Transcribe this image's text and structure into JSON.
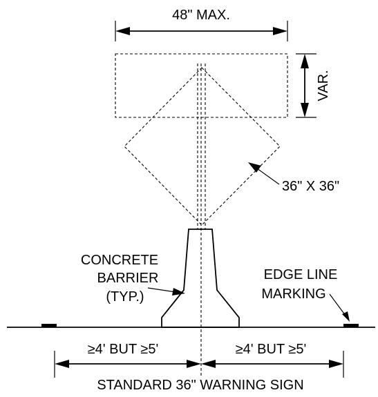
{
  "labels": {
    "top_width": "48\" MAX.",
    "height_var": "VAR.",
    "diamond_size": "36\" X 36\"",
    "barrier_line1": "CONCRETE",
    "barrier_line2": "BARRIER",
    "barrier_line3": "(TYP.)",
    "edge_line1": "EDGE LINE",
    "edge_line2": "MARKING",
    "offset_left": "≥4'  BUT ≥5'",
    "offset_right": "≥4'  BUT ≥5'",
    "caption": "STANDARD 36\" WARNING SIGN"
  }
}
